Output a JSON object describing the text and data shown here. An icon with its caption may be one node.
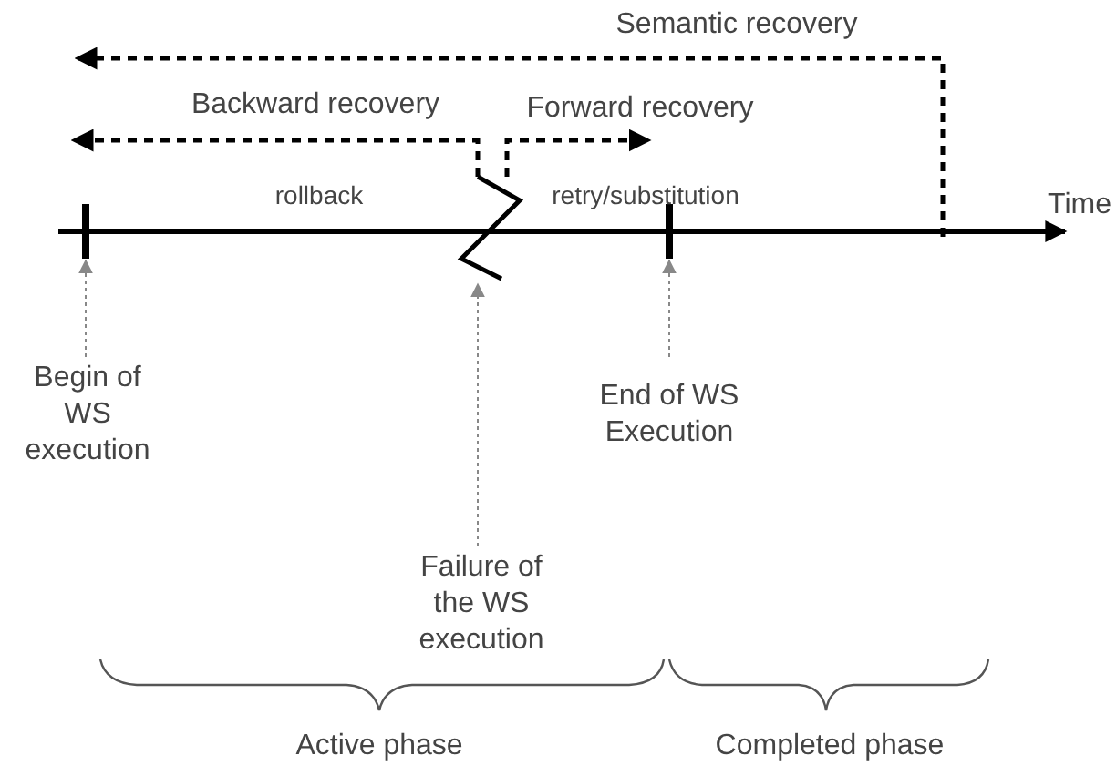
{
  "diagram": {
    "nodes": [
      {
        "text": [
          "Begin of WS execution"
        ]
      },
      {
        "text": [
          "End of WS Execution"
        ]
      },
      {
        "text": [
          "Failure of the WS execution"
        ]
      },
      {
        "text": [],
        "shape": "bar"
      },
      {
        "text": [],
        "shape": "zigzag"
      },
      {
        "text": [],
        "shape": "bar"
      }
    ],
    "edges": [
      {
        "from": 0,
        "to": 3,
        "arrow": "to",
        "style": "dashed"
      },
      {
        "from": 1,
        "to": 5,
        "arrow": "to",
        "style": "dashed"
      },
      {
        "from": 2,
        "to": 4,
        "arrow": "to",
        "style": "dashed"
      },
      {
        "from": 4,
        "to": null,
        "arrow": "to",
        "style": "dashed",
        "color": "#000000",
        "label": "Backward recovery"
      },
      {
        "from": 4,
        "to": null,
        "arrow": "to",
        "style": "dashed",
        "color": "#000000",
        "label": "Forward recovery"
      }
    ],
    "labels": [
      "Semantic recovery",
      "rollback",
      "retry/substitution",
      "Time",
      "Active phase",
      "Completed phase"
    ]
  }
}
